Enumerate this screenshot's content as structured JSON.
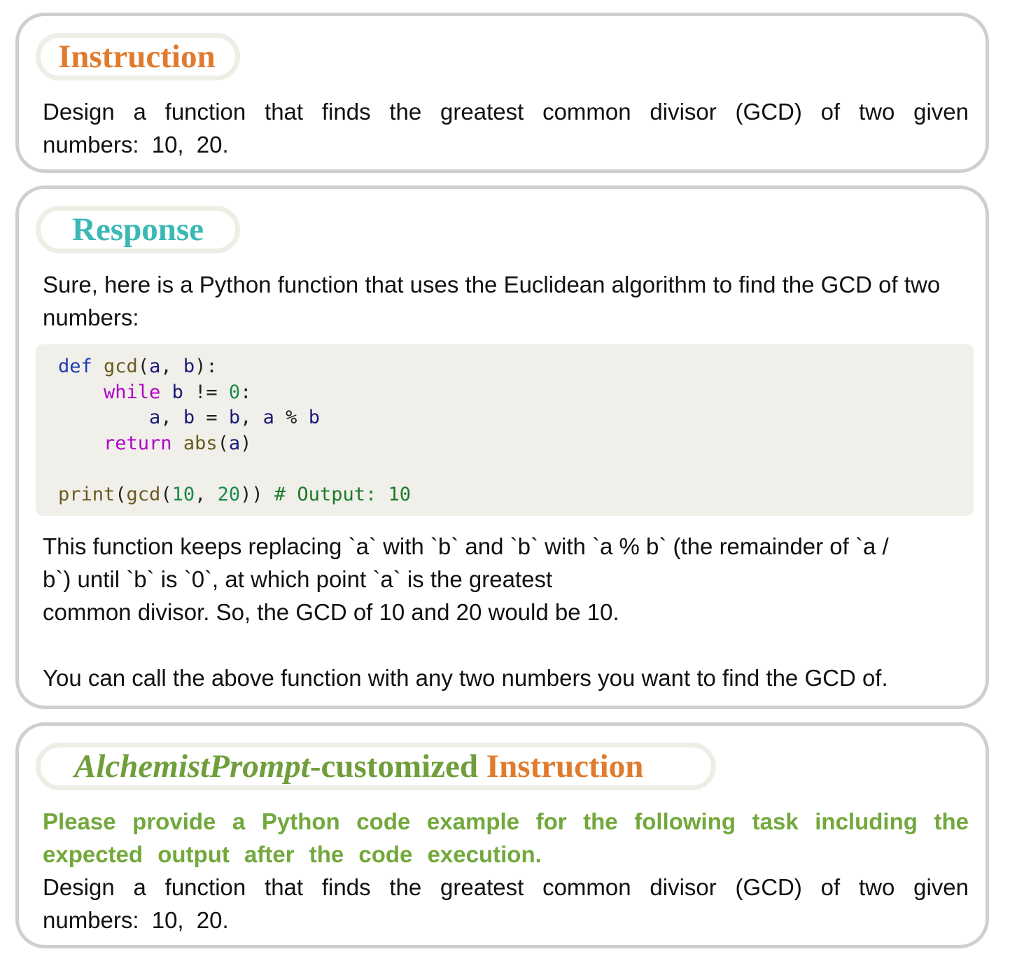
{
  "instruction": {
    "tag": "Instruction",
    "text": "Design a function that finds the greatest common divisor (GCD) of two given numbers: 10, 20."
  },
  "response": {
    "tag": "Response",
    "intro": "Sure, here is a Python function that uses the Euclidean algorithm to find the GCD of two numbers:",
    "code": {
      "line1": {
        "kw": "def",
        "name": "gcd",
        "open": "(",
        "a": "a",
        "comma": ", ",
        "b": "b",
        "close": "):"
      },
      "line2": {
        "indent": "    ",
        "kw": "while",
        "sp": " ",
        "b": "b",
        "op": " != ",
        "num": "0",
        "colon": ":"
      },
      "line3": {
        "indent": "        ",
        "a": "a",
        "c1": ", ",
        "b": "b",
        "eq": " = ",
        "b2": "b",
        "c2": ", ",
        "a2": "a",
        "mod": " % ",
        "b3": "b"
      },
      "line4": {
        "indent": "    ",
        "kw": "return",
        "sp": " ",
        "fn": "abs",
        "open": "(",
        "a": "a",
        "close": ")"
      },
      "line6": {
        "fn": "print",
        "open1": "(",
        "fn2": "gcd",
        "open2": "(",
        "n1": "10",
        "comma": ", ",
        "n2": "20",
        "close": "))",
        "comment": " # Output: 10"
      }
    },
    "explanation_line1": "This function keeps replacing `a` with `b` and `b` with `a % b` (the remainder of `a /",
    "explanation_line2": "b`) until `b` is `0`, at which point `a` is the greatest",
    "explanation_line3": "common divisor. So, the GCD of 10 and 20 would be 10.",
    "closing": "You can call the above function with any two numbers you want to find the GCD of."
  },
  "custom": {
    "tag_italic": "AlchemistPrompt",
    "tag_green": "-customized",
    "tag_orange": "Instruction",
    "prompt": "Please provide a Python code example for the following task including the expected output after the code execution.",
    "question": "Design a function that finds the greatest common divisor (GCD) of two given numbers: 10, 20."
  },
  "colors": {
    "instruction_tag": "#e07b2e",
    "response_tag": "#3bb8b6",
    "custom_green": "#6f9e3a",
    "panel_border": "#cfcfcf",
    "code_background": "#f0efe9"
  }
}
